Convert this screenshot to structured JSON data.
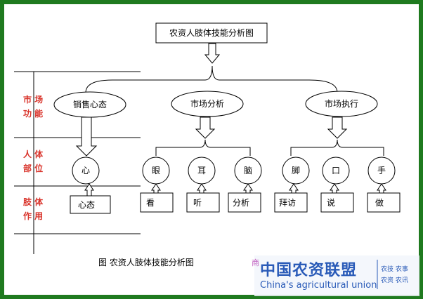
{
  "title": "农资人肢体技能分析图",
  "caption": "图 农资人肢体技能分析图",
  "row_labels": {
    "market_1": "市 场",
    "market_2": "功 能",
    "body_1": "人 体",
    "body_2": "部 位",
    "limb_1": "肢 体",
    "limb_2": "作 用"
  },
  "markets": [
    "销售心态",
    "市场分析",
    "市场执行"
  ],
  "organs": [
    "心",
    "眼",
    "耳",
    "脑",
    "脚",
    "口",
    "手"
  ],
  "actions": [
    "心态",
    "看",
    "听",
    "分析",
    "拜访",
    "说",
    "做"
  ],
  "watermark": {
    "partial": "商",
    "cn": "中国农资联盟",
    "en": "China's agricultural union",
    "side_1": "农技 农事",
    "side_2": "农资 农讯"
  },
  "colors": {
    "frame": "#1f7a1f",
    "label_red": "#d9342b",
    "logo_blue": "#2a5bb8"
  }
}
